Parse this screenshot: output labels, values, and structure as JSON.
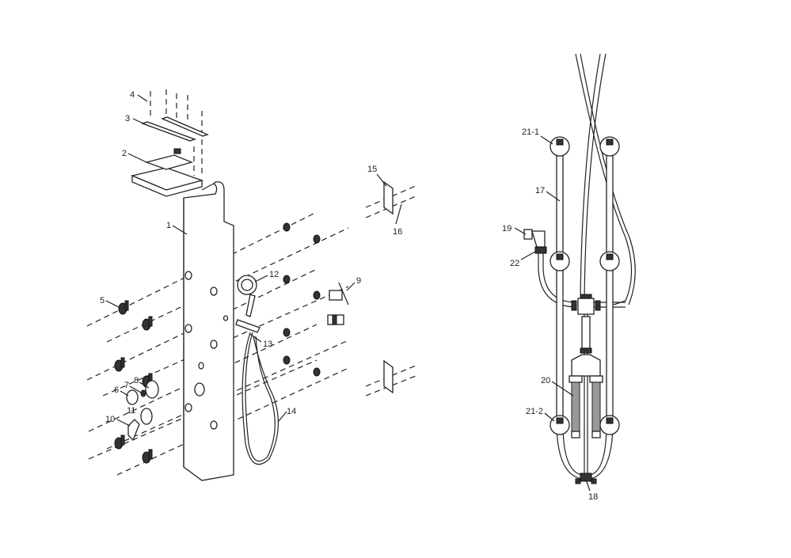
{
  "diagram": {
    "title": "Shower panel exploded view and rear plumbing",
    "left_labels": {
      "l1": "1",
      "l2": "2",
      "l3": "3",
      "l4": "4",
      "l5": "5",
      "l6": "6",
      "l7": "7",
      "l8": "8",
      "l9": "9",
      "l10": "10",
      "l11": "11",
      "l12": "12",
      "l13": "13",
      "l14": "14",
      "l15": "15",
      "l16": "16"
    },
    "right_labels": {
      "l21_1": "21-1",
      "l17": "17",
      "l19": "19",
      "l22": "22",
      "l20": "20",
      "l21_2": "21-2",
      "l18": "18"
    }
  }
}
